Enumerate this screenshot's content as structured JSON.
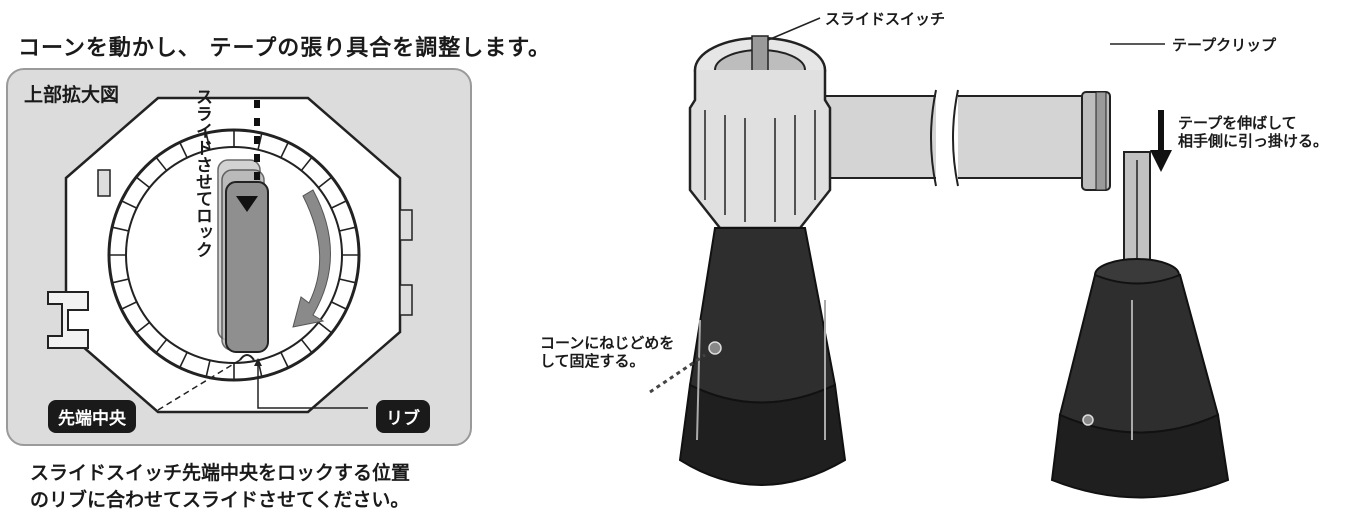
{
  "heading": "コーンを動かし、 テープの張り具合を調整します。",
  "detail": {
    "title": "上部拡大図",
    "vertical_text": "スライドさせてロック",
    "label_center": "先端中央",
    "label_rib": "リブ",
    "caption_line1": "スライドスイッチ先端中央をロックする位置",
    "caption_line2": "のリブに合わせてスライドさせてください。"
  },
  "callouts": {
    "slide_switch": "スライドスイッチ",
    "tape_clip": "テープクリップ",
    "stretch_line1": "テープを伸ばして",
    "stretch_line2": "相手側に引っ掛ける。",
    "screw_line1": "コーンにねじどめを",
    "screw_line2": "して固定する。"
  },
  "colors": {
    "ink": "#1a1a1a",
    "panel": "#dcdcdc",
    "cone": "#2e2e2e",
    "metal": "#b8b8b8"
  }
}
